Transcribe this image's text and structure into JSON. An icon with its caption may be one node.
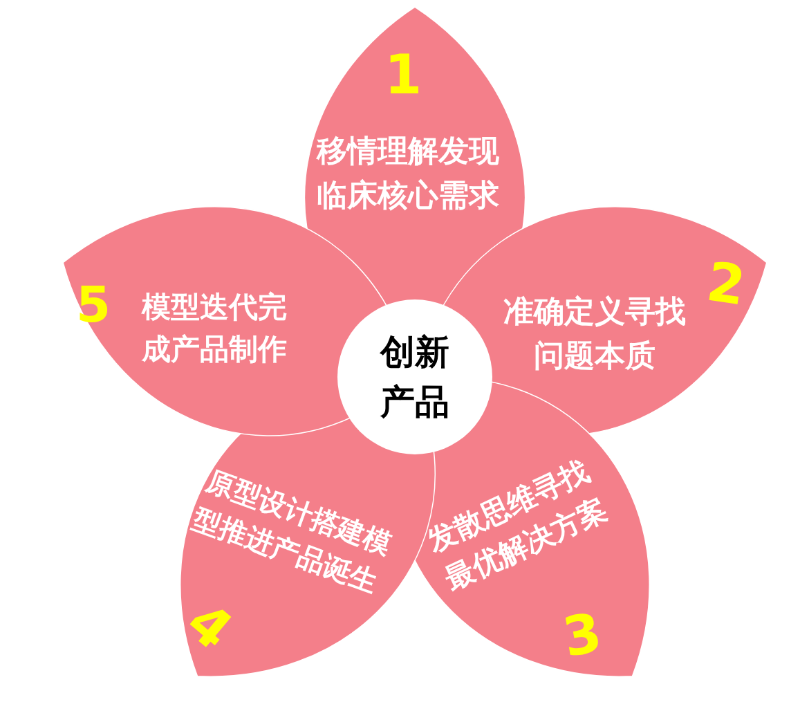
{
  "diagram": {
    "nodes": [
      {
        "text": [
          "创新产品"
        ]
      },
      {
        "text": [
          "1",
          "移情理解发现临床核心需求"
        ]
      },
      {
        "text": [
          "2",
          "准确定义寻找问题本质"
        ]
      },
      {
        "text": [
          "3",
          "发散思维寻找最优解决方案"
        ]
      },
      {
        "text": [
          "4",
          "原型设计搭建模型推进产品诞生"
        ]
      },
      {
        "text": [
          "5",
          "模型迭代完成产品制作"
        ]
      }
    ]
  }
}
